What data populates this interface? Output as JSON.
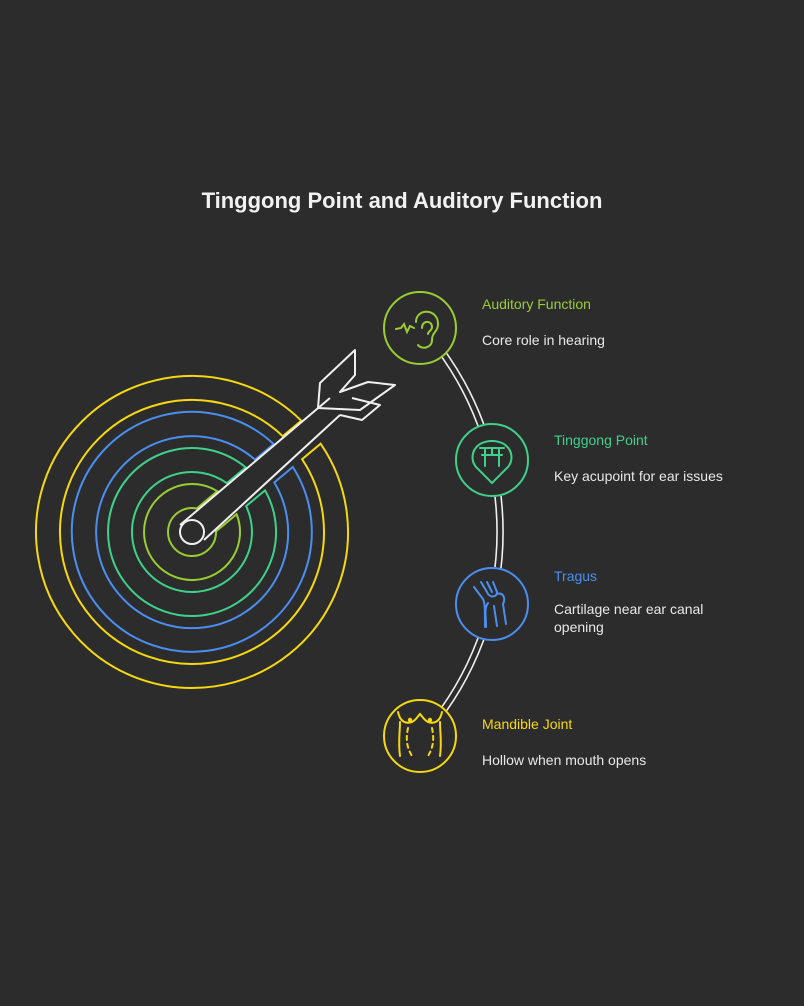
{
  "title": "Tinggong Point and Auditory Function",
  "colors": {
    "lime": "#9acd32",
    "green": "#3fd18a",
    "blue": "#4a8ff0",
    "yellow": "#f5d80f",
    "line": "#f0f0f0",
    "background": "#2c2c2c"
  },
  "items": [
    {
      "title": "Auditory Function",
      "desc": "Core role in hearing",
      "icon": "ear-icon",
      "color": "#9acd32"
    },
    {
      "title": "Tinggong Point",
      "desc": "Key acupoint for ear issues",
      "icon": "gate-location-pin-icon",
      "color": "#3fd18a"
    },
    {
      "title": "Tragus",
      "desc": "Cartilage near ear canal opening",
      "icon": "joint-cartilage-icon",
      "color": "#4a8ff0"
    },
    {
      "title": "Mandible Joint",
      "desc": "Hollow when mouth opens",
      "icon": "jaw-icon",
      "color": "#f5d80f"
    }
  ]
}
